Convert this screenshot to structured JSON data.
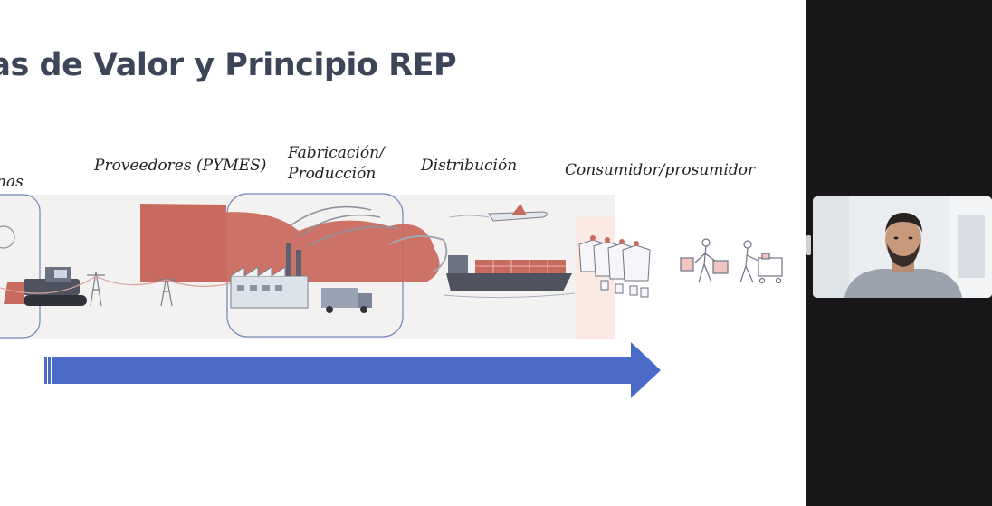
{
  "slide": {
    "title": "nas de Valor y Principio REP",
    "stages": {
      "stage1": "nas",
      "stage2": "Proveedores (PYMES)",
      "stage3_line1": "Fabricación/",
      "stage3_line2": "Producción",
      "stage4": "Distribución",
      "stage5": "Consumidor/prosumidor"
    }
  },
  "colors": {
    "arrow": "#4a6bc8",
    "smoke": "#c96a5f",
    "outline": "#6f86b8"
  },
  "video": {
    "participant_name": ""
  },
  "icons": [
    "bulldozer-icon",
    "power-tower-icon",
    "factory-icon",
    "truck-icon",
    "airplane-icon",
    "cargo-ship-icon",
    "clothing-tags-icon",
    "shoppers-icon",
    "speaker-view-handle-icon"
  ]
}
